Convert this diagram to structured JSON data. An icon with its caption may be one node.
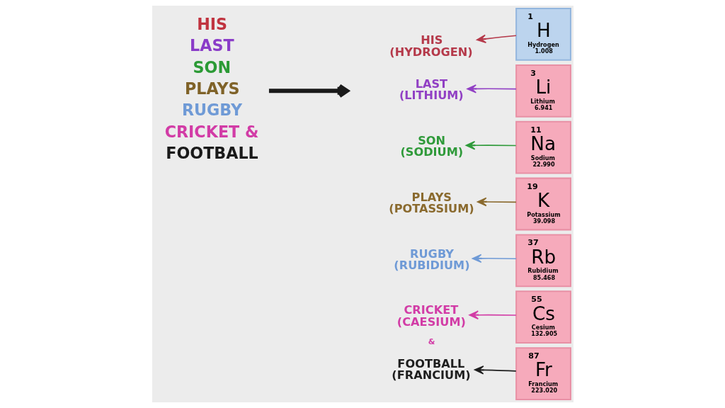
{
  "diagram": {
    "nodes": [
      {
        "text": [
          "HIS",
          "LAST",
          "SON",
          "PLAYS",
          "RUGBY",
          "CRICKET &",
          "FOOTBALL"
        ]
      },
      {
        "text": [
          "HIS",
          "(HYDROGEN)"
        ]
      },
      {
        "text": [
          "LAST",
          "(LITHIUM)"
        ]
      },
      {
        "text": [
          "SON",
          "(SODIUM)"
        ]
      },
      {
        "text": [
          "PLAYS",
          "(POTASSIUM)"
        ]
      },
      {
        "text": [
          "RUGBY",
          "(RUBIDIUM)"
        ]
      },
      {
        "text": [
          "CRICKET",
          "(CAESIUM)"
        ]
      },
      {
        "text": [
          "FOOTBALL",
          "(FRANCIUM)"
        ]
      },
      {
        "text": [
          "1",
          "H",
          "Hydrogen",
          "1.008"
        ]
      },
      {
        "text": [
          "3",
          "Li",
          "Lithium",
          "6.941"
        ]
      },
      {
        "text": [
          "11",
          "Na",
          "Sodium",
          "22.990"
        ]
      },
      {
        "text": [
          "19",
          "K",
          "Potassium",
          "39.098"
        ]
      },
      {
        "text": [
          "37",
          "Rb",
          "Rubidium",
          "85.468"
        ]
      },
      {
        "text": [
          "55",
          "Cs",
          "Cesium",
          "132.905"
        ]
      },
      {
        "text": [
          "87",
          "Fr",
          "Francium",
          "223.020"
        ]
      }
    ],
    "edges": [
      {
        "from": 0,
        "to": null,
        "arrow": "to",
        "style": "thick",
        "color": "#1a1a1a"
      },
      {
        "from": 8,
        "to": 1,
        "arrow": "to",
        "color": "#b5394a"
      },
      {
        "from": 9,
        "to": 2,
        "arrow": "to",
        "color": "#9140c4"
      },
      {
        "from": 10,
        "to": 3,
        "arrow": "to",
        "color": "#2f9a3a"
      },
      {
        "from": 11,
        "to": 4,
        "arrow": "to",
        "color": "#8a6a2e"
      },
      {
        "from": 12,
        "to": 5,
        "arrow": "to",
        "color": "#6f9ad6"
      },
      {
        "from": 13,
        "to": 6,
        "arrow": "to",
        "color": "#d23ca6"
      },
      {
        "from": 14,
        "to": 7,
        "arrow": "to",
        "color": "#1e1e1e"
      }
    ],
    "labels": [
      "&"
    ]
  }
}
